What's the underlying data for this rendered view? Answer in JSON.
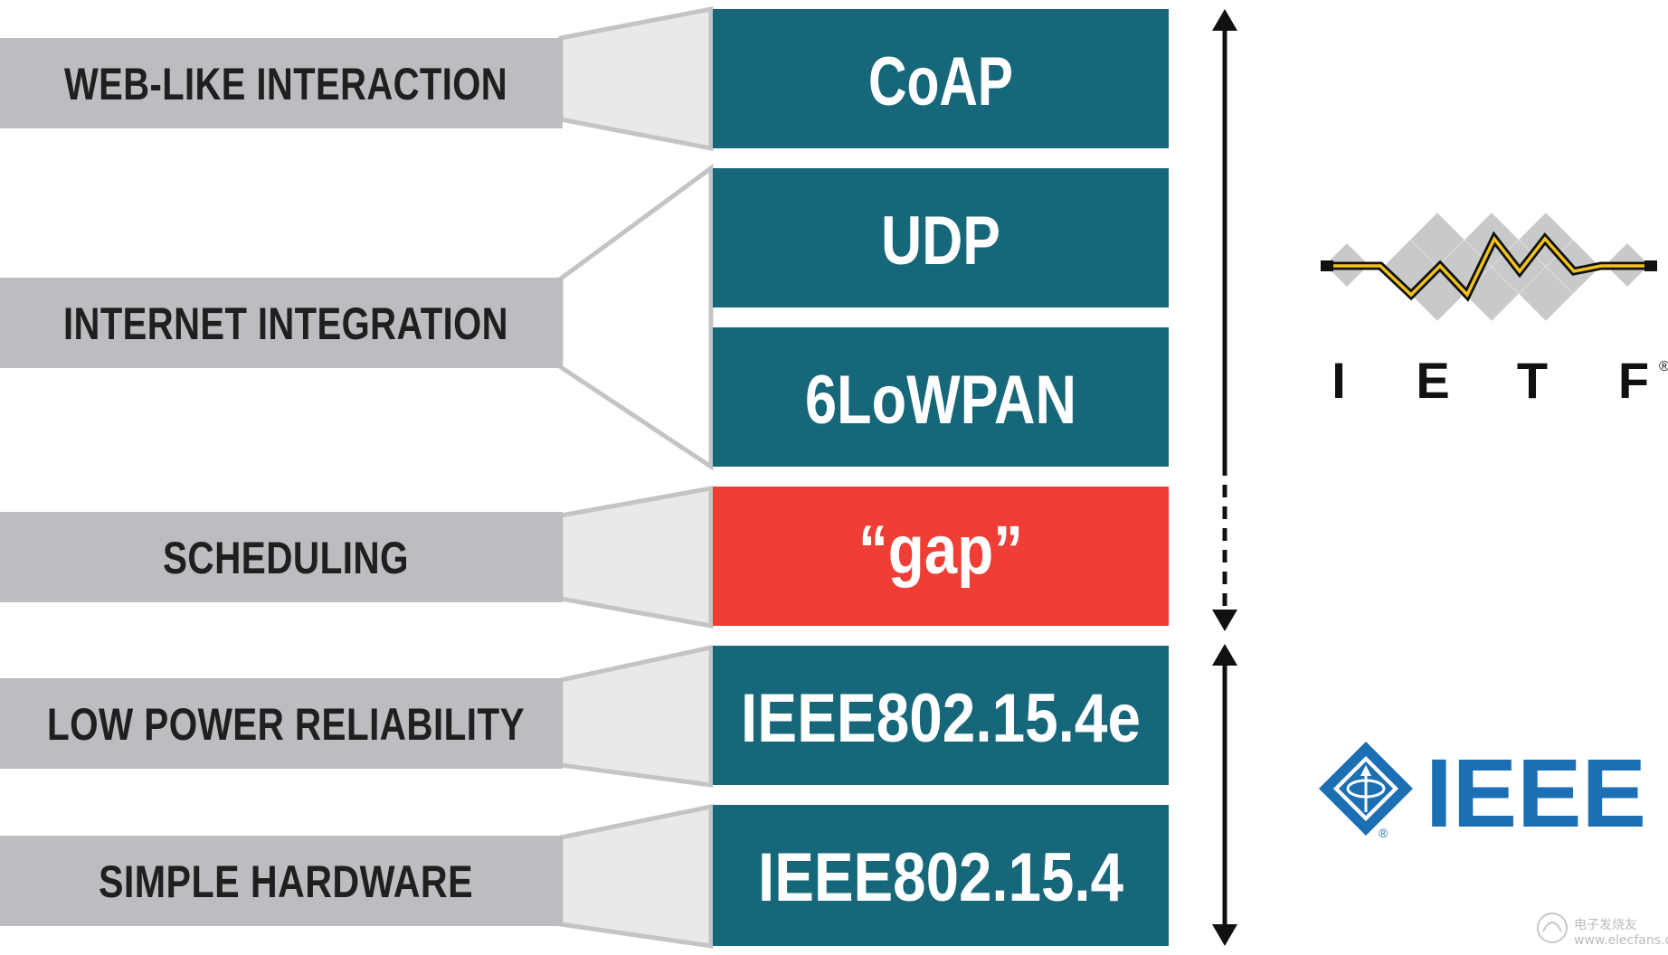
{
  "labels": [
    "WEB-LIKE INTERACTION",
    "INTERNET INTEGRATION",
    "SCHEDULING",
    "LOW POWER RELIABILITY",
    "SIMPLE HARDWARE"
  ],
  "layers": [
    "CoAP",
    "UDP",
    "6LoWPAN",
    "“gap”",
    "IEEE802.15.4e",
    "IEEE802.15.4"
  ],
  "logos": {
    "ietf_letters": [
      "I",
      "E",
      "T",
      "F"
    ],
    "ietf_registered": "®",
    "ieee_wordmark": "IEEE",
    "ieee_registered": "®"
  },
  "watermark": {
    "line1": "电子发烧友",
    "line2": "www.elecfans.com"
  },
  "colors": {
    "layer_teal": "#17677a",
    "gap_red": "#ef3e36",
    "label_gray": "#bcbdc0",
    "connector_gray": "#c3c4c6",
    "ieee_blue": "#1d6fb4",
    "ietf_diamond_gray": "#c8c9cb",
    "ietf_wave_yellow": "#f2c21b"
  }
}
